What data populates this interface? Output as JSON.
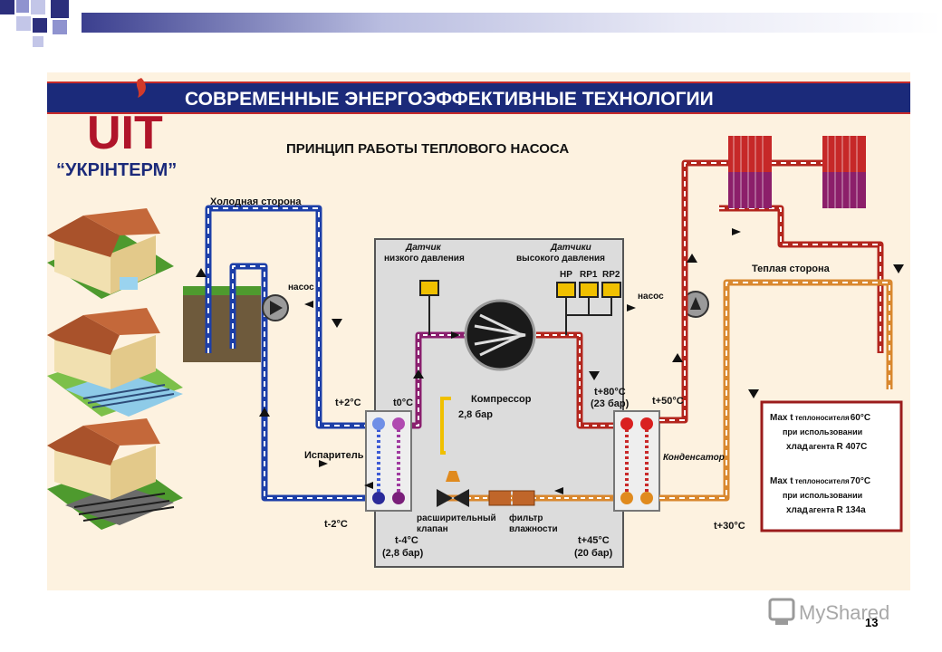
{
  "header": {
    "title": "СОВРЕМЕННЫЕ ЭНЕРГОЭФФЕКТИВНЫЕ ТЕХНОЛОГИИ",
    "logo_text": "UIT",
    "company": "“УКРІНТЕРМ”"
  },
  "diagram": {
    "title": "ПРИНЦИП РАБОТЫ ТЕПЛОВОГО НАСОСА",
    "cold_side": "Холодная сторона",
    "warm_side": "Теплая сторона",
    "pump_left": "насос",
    "pump_right": "насос",
    "sensor_low_1": "Датчик",
    "sensor_low_2": "низкого давления",
    "sensor_high_1": "Датчики",
    "sensor_high_2": "высокого давления",
    "hp": "HP",
    "rp1": "RP1",
    "rp2": "RP2",
    "compressor": "Компрессор",
    "pressure_28": "2,8 бар",
    "evaporator": "Испаритель",
    "condenser": "Конденсатор",
    "valve_1": "расширительный",
    "valve_2": "клапан",
    "filter_1": "фильтр",
    "filter_2": "влажности",
    "t_plus2": "t+2°C",
    "t_0": "t0°C",
    "t_minus2": "t-2°C",
    "t_minus4": "t-4°C",
    "t_minus4_p": "(2,8 бар)",
    "t_plus80": "t+80°C",
    "t_plus80_p": "(23 бар)",
    "t_plus50": "t+50°C",
    "t_plus45": "t+45°C",
    "t_plus45_p": "(20 бар)",
    "t_plus30": "t+30°C",
    "info": [
      {
        "line1a": "Max t",
        "line1b": "теплоносителя",
        "line1c": "60°C",
        "line2": "при использовании",
        "line3a": "хлад",
        "line3b": "агента",
        "line3c": "R 407C"
      },
      {
        "line1a": "Max t",
        "line1b": "теплоносителя",
        "line1c": "70°C",
        "line2": "при использовании",
        "line3a": "хлад",
        "line3b": "агента",
        "line3c": "R 134a"
      }
    ]
  },
  "footer": {
    "watermark": "MyShared",
    "page_number": "13"
  },
  "colors": {
    "navy": "#1b2a7a",
    "logo_red": "#b0152a",
    "cold_blue": "#1d3fa8",
    "warm_red": "#b3261e",
    "refrigerant_purple": "#8a1f6e",
    "liquid_orange": "#d9882f",
    "info_border": "#9b1c1c",
    "background": "#fdf2e0"
  }
}
